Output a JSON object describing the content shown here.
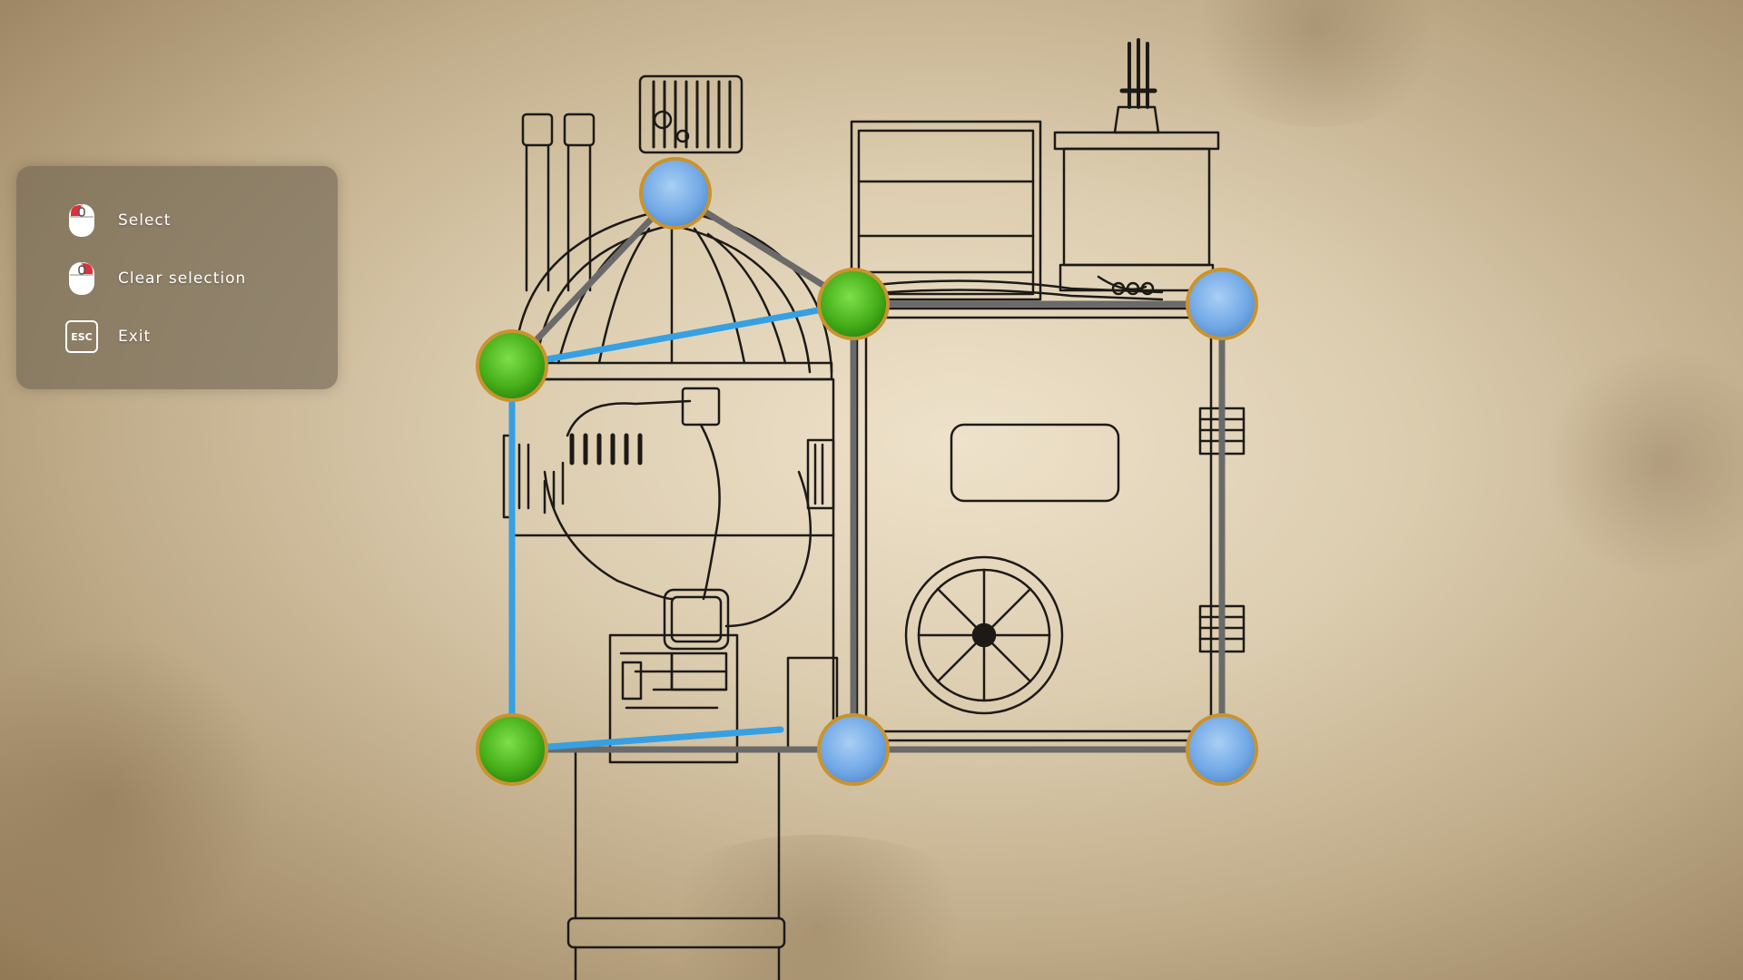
{
  "controls": {
    "select_label": "Select",
    "clear_label": "Clear selection",
    "exit_label": "Exit",
    "esc_key": "ESC"
  },
  "icons": {
    "select": "mouse-left-click-icon",
    "clear": "mouse-right-click-icon",
    "exit": "esc-key-icon"
  },
  "colors": {
    "selected_node": "#58c22a",
    "unselected_node": "#7fb4ee",
    "node_rim": "#c9932e",
    "connection": "#6a6a6a",
    "drawn_path": "#36a0e2",
    "mouse_button_highlight": "#d8323c"
  }
}
